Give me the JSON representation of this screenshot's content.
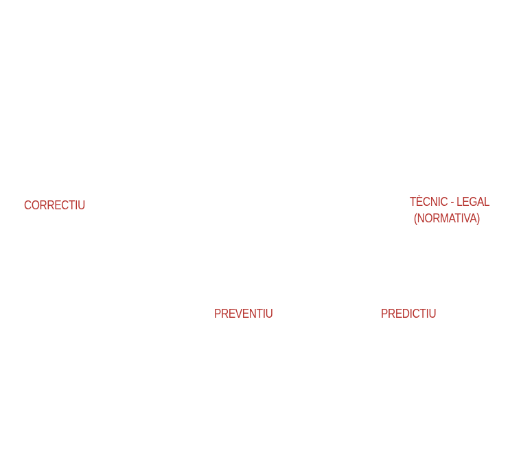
{
  "diagram": {
    "accent_color": "#b5302b",
    "labels": {
      "correctiu": "CORRECTIU",
      "tecnic_legal_line1": "TÈCNIC - LEGAL",
      "tecnic_legal_line2": "(NORMATIVA)",
      "preventiu": "PREVENTIU",
      "predictiu": "PREDICTIU"
    }
  }
}
